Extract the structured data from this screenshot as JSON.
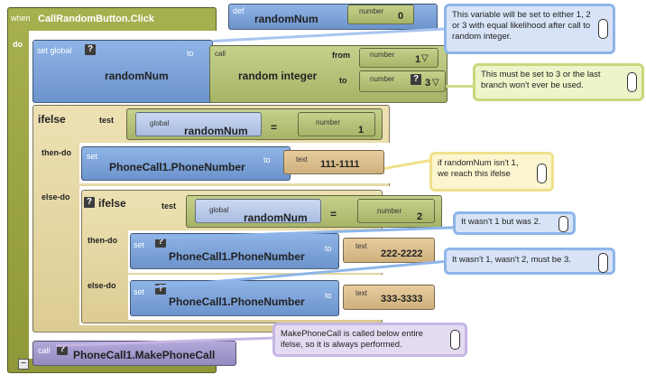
{
  "event": {
    "when_label": "when",
    "name": "CallRandomButton.Click",
    "do_label": "do",
    "collapse_icon": "minus-icon"
  },
  "def_block": {
    "def_label": "def",
    "name": "randomNum",
    "number_label": "number",
    "value": "0"
  },
  "set_global": {
    "label": "set global",
    "var": "randomNum",
    "to_label": "to",
    "q": "?"
  },
  "random_call": {
    "call_label": "call",
    "name": "random integer",
    "from_label": "from",
    "to_label": "to",
    "from_number_label": "number",
    "from_value": "1",
    "to_number_label": "number",
    "to_value": "3",
    "dropdown": "▽"
  },
  "ifelse1": {
    "label": "ifelse",
    "test_label": "test",
    "then_label": "then-do",
    "else_label": "else-do",
    "global_label": "global",
    "var": "randomNum",
    "eq": "=",
    "number_label": "number",
    "value": "1"
  },
  "set1": {
    "set_label": "set",
    "target": "PhoneCall1.PhoneNumber",
    "to_label": "to",
    "text_label": "text",
    "value": "111-1111"
  },
  "ifelse2": {
    "label": "ifelse",
    "test_label": "test",
    "then_label": "then-do",
    "else_label": "else-do",
    "global_label": "global",
    "var": "randomNum",
    "eq": "=",
    "number_label": "number",
    "value": "2",
    "q": "?"
  },
  "set2": {
    "set_label": "set",
    "target": "PhoneCall1.PhoneNumber",
    "to_label": "to",
    "text_label": "text",
    "value": "222-2222",
    "q": "?"
  },
  "set3": {
    "set_label": "set",
    "target": "PhoneCall1.PhoneNumber",
    "to_label": "to",
    "text_label": "text",
    "value": "333-3333",
    "q": "?"
  },
  "make_call": {
    "call_label": "call",
    "name": "PhoneCall1.MakePhoneCall",
    "q": "?"
  },
  "comments": {
    "c1": "This variable will be set to either 1, 2 or 3 with equal likelihood after call to random integer.",
    "c2": "This must be set to 3 or the last branch won't ever be used.",
    "c3": "if randomNum isn't 1, we reach this ifelse",
    "c4": "It wasn't 1 but was 2.",
    "c5": "It wasn't 1, wasn't 2, must be 3.",
    "c6": "MakePhoneCall is called below entire ifelse, so it is always performed."
  },
  "colors": {
    "event": "#9aa33f",
    "set_block": "#7aa0d6",
    "call_block": "#a79fd0",
    "control": "#e6d9a8",
    "text": "#d9bd8a",
    "comment_border": "#8db5ea"
  }
}
